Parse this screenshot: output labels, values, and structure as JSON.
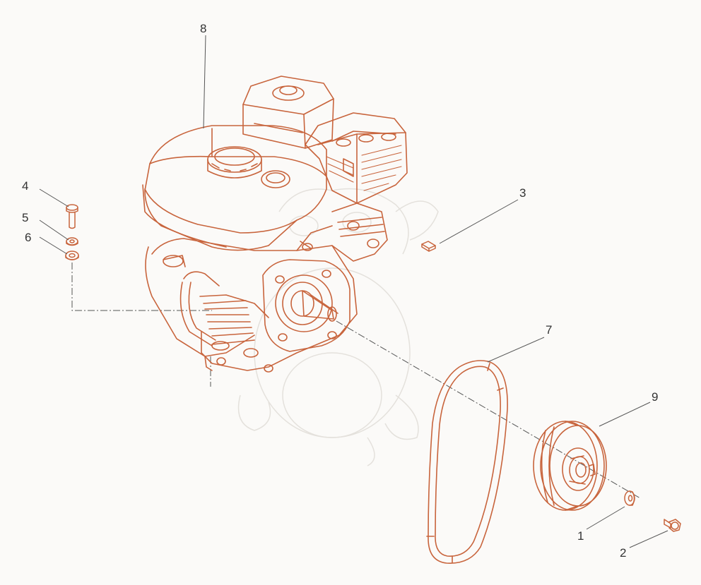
{
  "diagram": {
    "colors": {
      "line": "#c8643c",
      "leader": "#555555",
      "label": "#333333",
      "background": "#fbfaf8",
      "watermark": "#e4e1dc"
    },
    "callouts": [
      {
        "id": "1",
        "label": "1"
      },
      {
        "id": "2",
        "label": "2"
      },
      {
        "id": "3",
        "label": "3"
      },
      {
        "id": "4",
        "label": "4"
      },
      {
        "id": "5",
        "label": "5"
      },
      {
        "id": "6",
        "label": "6"
      },
      {
        "id": "7",
        "label": "7"
      },
      {
        "id": "8",
        "label": "8"
      },
      {
        "id": "9",
        "label": "9"
      }
    ]
  }
}
